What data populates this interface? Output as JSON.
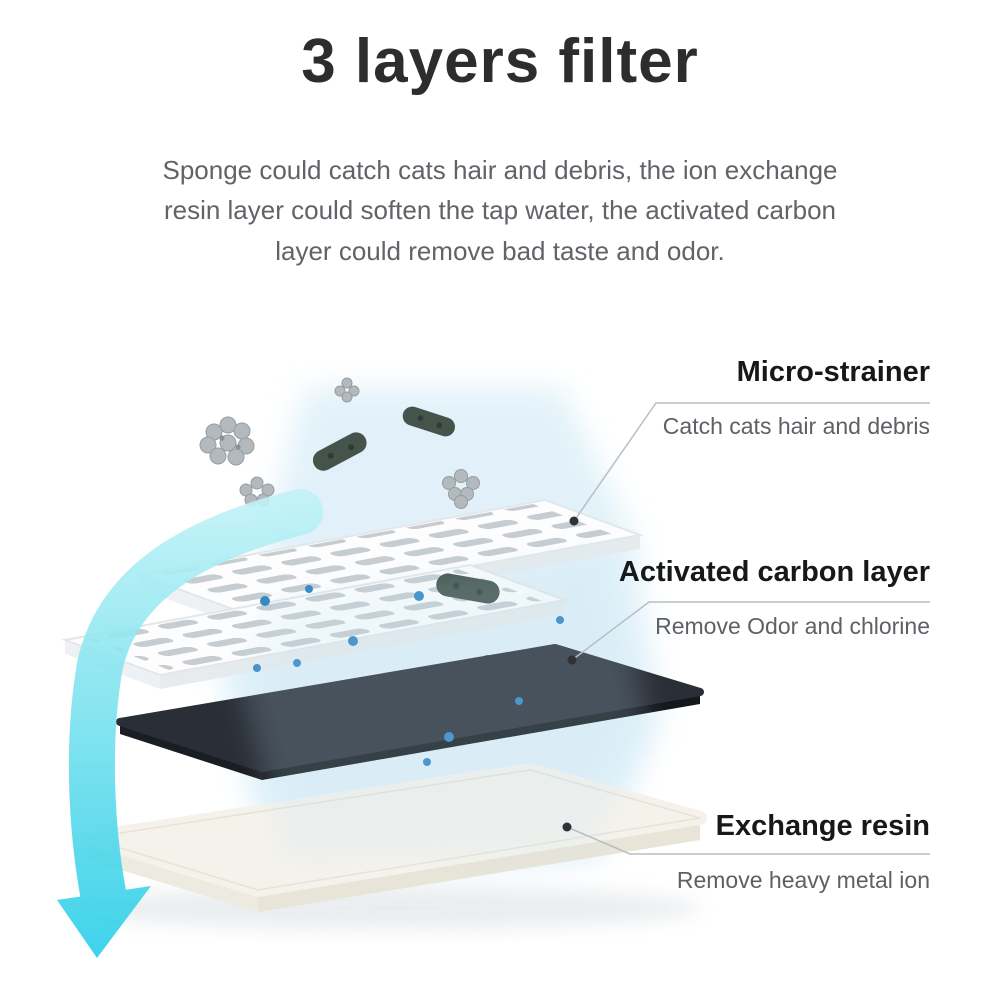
{
  "page": {
    "title": "3 layers filter",
    "description_lines": [
      "Sponge could catch cats hair and debris, the ion exchange",
      "resin layer could soften the tap water, the activated carbon",
      "layer could remove bad taste and odor."
    ]
  },
  "callouts": [
    {
      "title": "Micro-strainer",
      "subtitle": "Catch cats hair and debris"
    },
    {
      "title": "Activated carbon layer",
      "subtitle": "Remove Odor and chlorine"
    },
    {
      "title": "Exchange resin",
      "subtitle": "Remove heavy metal ion"
    }
  ],
  "colors": {
    "flow_accent": "#35d2e8",
    "water_tint": "#cfe9f6",
    "droplet": "#2f84c4",
    "carbon_layer": "#2a2e36",
    "resin_layer": "#f5f2ec",
    "heading_text": "#2d2d2d",
    "body_text": "#606468"
  }
}
